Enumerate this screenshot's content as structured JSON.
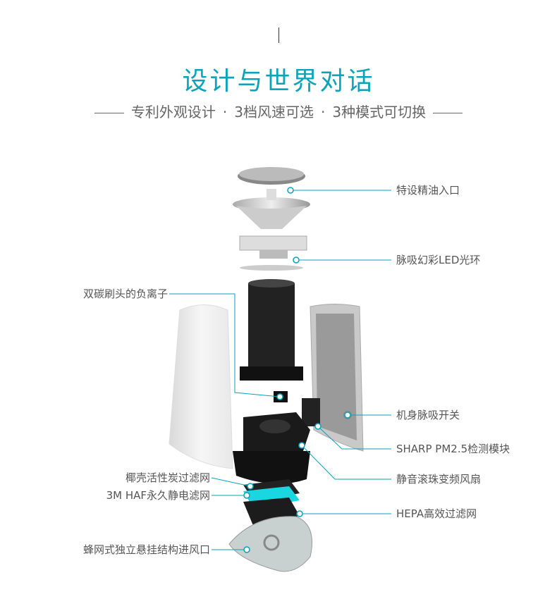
{
  "header": {
    "title": "设计与世界对话",
    "subtitle_parts": [
      "专利外观设计",
      "3档风速可选",
      "3种模式可切换"
    ],
    "separator": "·"
  },
  "callouts": {
    "essential_oil_inlet": "特设精油入口",
    "led_ring": "脉吸幻彩LED光环",
    "carbon_brush_ion": "双碳刷头的负离子",
    "body_switch": "机身脉吸开关",
    "pm_sensor": "SHARP PM2.5检测模块",
    "fan": "静音滚珠变频风扇",
    "carbon_filter": "椰壳活性炭过滤网",
    "haf_filter": "3M HAF永久静电滤网",
    "hepa_filter": "HEPA高效过滤网",
    "air_inlet": "蜂网式独立悬挂结构进风口"
  },
  "colors": {
    "accent": "#0aa3b8",
    "text": "#555555",
    "cyan_filter": "#19d6e0"
  }
}
